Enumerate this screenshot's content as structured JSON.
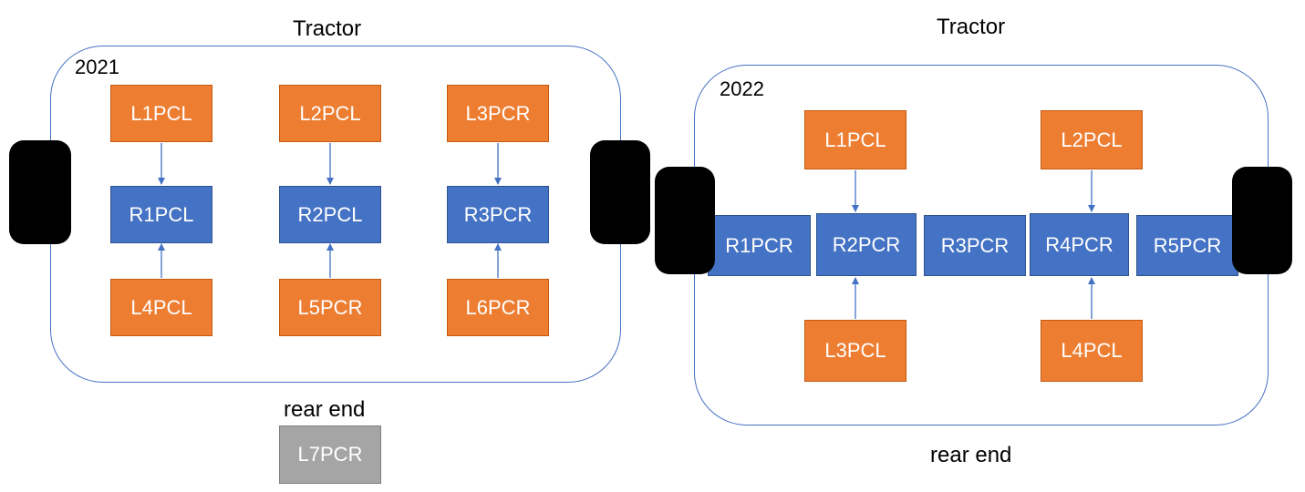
{
  "left": {
    "top_label": "Tractor",
    "year": "2021",
    "rear_label": "rear end",
    "boxes": {
      "L1": "L1PCL",
      "L2": "L2PCL",
      "L3": "L3PCR",
      "R1": "R1PCL",
      "R2": "R2PCL",
      "R3": "R3PCR",
      "L4": "L4PCL",
      "L5": "L5PCR",
      "L6": "L6PCR",
      "L7": "L7PCR"
    }
  },
  "right": {
    "top_label": "Tractor",
    "year": "2022",
    "rear_label": "rear end",
    "boxes": {
      "L1": "L1PCL",
      "L2": "L2PCL",
      "R1": "R1PCR",
      "R2": "R2PCR",
      "R3": "R3PCR",
      "R4": "R4PCR",
      "R5": "R5PCR",
      "L3": "L3PCL",
      "L4": "L4PCL"
    }
  },
  "colors": {
    "orange": "#ed7d31",
    "blue": "#4472c4",
    "gray": "#a5a5a5",
    "frame": "#4472c4"
  }
}
